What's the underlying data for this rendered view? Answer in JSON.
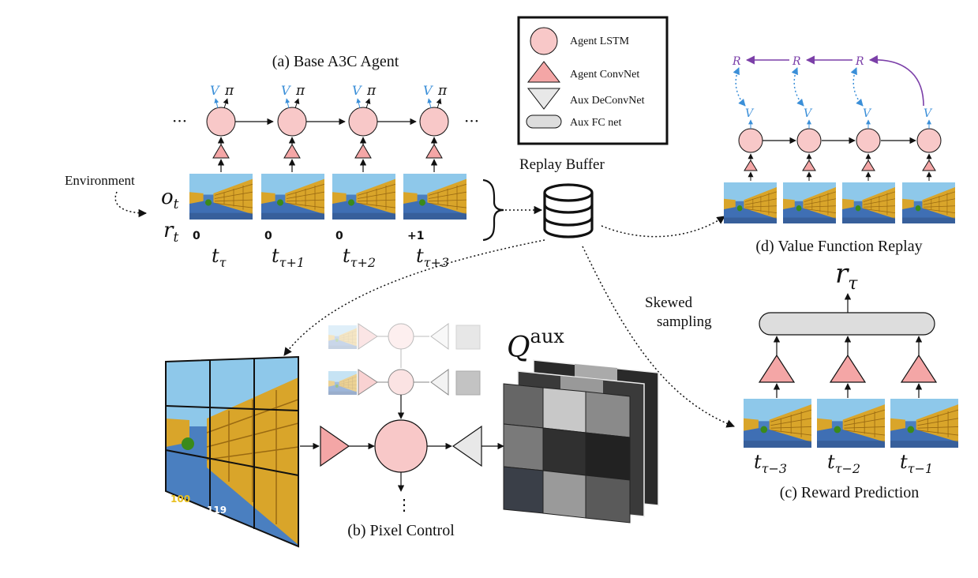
{
  "panels": {
    "a_title": "(a) Base A3C Agent",
    "b_title": "(b) Pixel Control",
    "c_title": "(c) Reward Prediction",
    "d_title": "(d) Value Function Replay"
  },
  "legend": {
    "lstm": "Agent LSTM",
    "convnet": "Agent ConvNet",
    "deconv": "Aux DeConvNet",
    "fc": "Aux FC net"
  },
  "labels": {
    "environment": "Environment",
    "replay_buffer": "Replay Buffer",
    "skewed1": "Skewed",
    "skewed2": "sampling",
    "qaux_base": "Q",
    "qaux_sup": "aux",
    "ellipsis": "···",
    "vdots": "⋮",
    "v": "V",
    "pi": "π",
    "r_big": "R",
    "obs": "o",
    "obs_sub": "t",
    "rew": "r",
    "rew_sub": "t",
    "rtau": "r",
    "rtau_sub": "τ"
  },
  "rewards": [
    "0",
    "0",
    "0",
    "+1"
  ],
  "times_a": [
    {
      "base": "t",
      "sub": "τ"
    },
    {
      "base": "t",
      "sub": "τ+1"
    },
    {
      "base": "t",
      "sub": "τ+2"
    },
    {
      "base": "t",
      "sub": "τ+3"
    }
  ],
  "times_c": [
    {
      "base": "t",
      "sub": "τ−3"
    },
    {
      "base": "t",
      "sub": "τ−2"
    },
    {
      "base": "t",
      "sub": "τ−1"
    }
  ],
  "hud": {
    "health": "100",
    "ammo": "119"
  },
  "colors": {
    "lstm_fill": "#f8c8c8",
    "v_blue": "#3b8fd8",
    "r_purple": "#7b3fa8",
    "wall": "#d9a52a",
    "sky": "#8ec8ea",
    "floor": "#4a7fc0"
  }
}
